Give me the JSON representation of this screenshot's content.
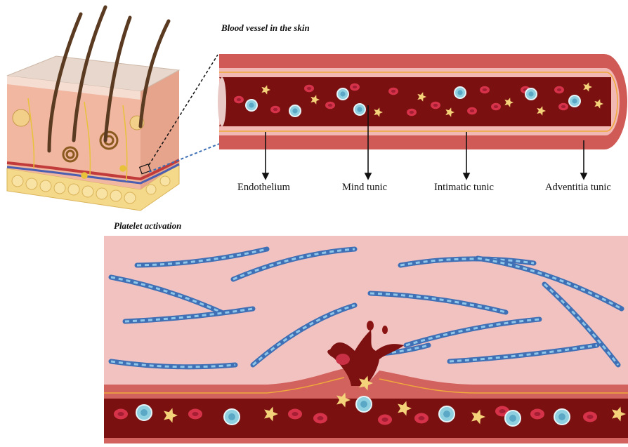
{
  "titles": {
    "vessel": "Blood vessel in the skin",
    "platelet": "Platelet activation"
  },
  "labels": {
    "endothelium": "Endothelium",
    "mind_tunic": "Mind tunic",
    "intimatic_tunic": "Intimatic tunic",
    "adventitia_tunic": "Adventitia tunic"
  },
  "colors": {
    "vessel_wall": "#cf5a56",
    "vessel_lumen": "#7a1010",
    "endothelium": "#f2b8b4",
    "red_cell": "#d6334a",
    "white_cell": "#8fd0e0",
    "platelet": "#f4d27a",
    "tissue": "#f2c2c0",
    "collagen": "#3f6fb5",
    "skin_surface": "#e8d7cc"
  }
}
